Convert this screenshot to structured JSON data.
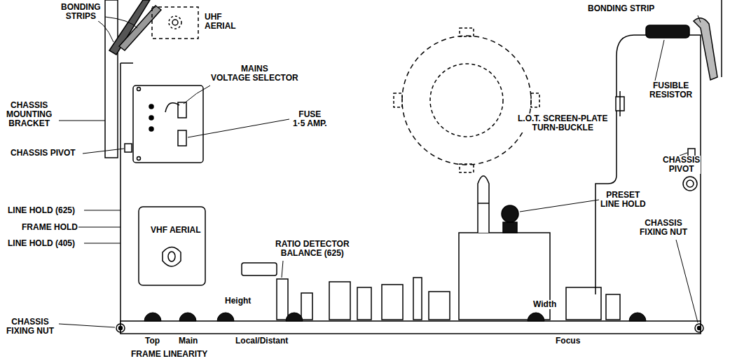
{
  "diagram": {
    "labels": [
      "BONDING STRIPS",
      "UHF AERIAL",
      "BONDING STRIP",
      "CHASSIS MOUNTING BRACKET",
      "MAINS VOLTAGE SELECTOR",
      "FUSE 1·5 AMP.",
      "CHASSIS PIVOT",
      "FUSIBLE RESISTOR",
      "L.O.T. SCREEN-PLATE TURN-BUCKLE",
      "CHASSIS PIVOT",
      "PRESET LINE HOLD",
      "CHASSIS FIXING NUT",
      "LINE HOLD (625)",
      "FRAME HOLD",
      "LINE HOLD (405)",
      "VHF AERIAL",
      "RATIO DETECTOR BALANCE (625)",
      "Height",
      "Width",
      "CHASSIS FIXING NUT",
      "Top",
      "Main",
      "Local/Distant",
      "Focus",
      "FRAME LINEARITY"
    ]
  }
}
